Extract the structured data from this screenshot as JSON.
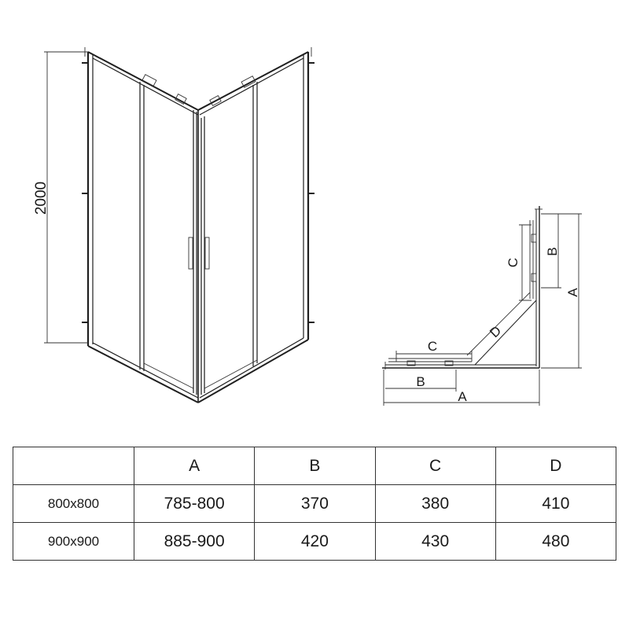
{
  "drawing": {
    "height_label": "2000",
    "plan_labels": {
      "a_bottom": "A",
      "b_bottom": "B",
      "c_bottom": "C",
      "d_diag": "D",
      "a_right": "A",
      "b_right": "B",
      "c_right": "C"
    }
  },
  "table": {
    "headers": [
      "",
      "A",
      "B",
      "C",
      "D"
    ],
    "rows": [
      {
        "size": "800x800",
        "a": "785-800",
        "b": "370",
        "c": "380",
        "d": "410"
      },
      {
        "size": "900x900",
        "a": "885-900",
        "b": "420",
        "c": "430",
        "d": "480"
      }
    ]
  }
}
